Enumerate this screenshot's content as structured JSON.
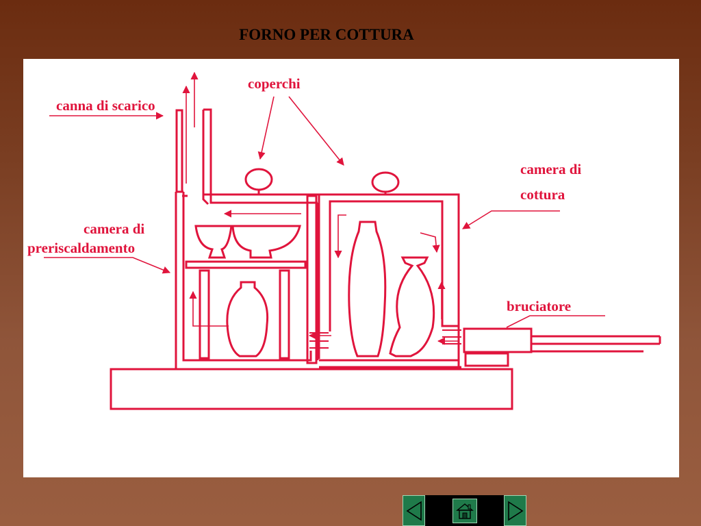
{
  "slide": {
    "title": "FORNO PER COTTURA"
  },
  "diagram": {
    "labels": {
      "canna_di_scarico": "canna di scarico",
      "coperchi": "coperchi",
      "camera_di_cottura_line1": "camera di",
      "camera_di_cottura_line2": "cottura",
      "camera_di_preriscaldamento_line1": "camera di",
      "camera_di_preriscaldamento_line2": "preriscaldamento",
      "bruciatore": "bruciatore"
    },
    "colors": {
      "drawing": "#e0143c",
      "panel": "#ffffff"
    }
  },
  "navigation": {
    "previous": "previous-arrow-icon",
    "home": "home-icon",
    "next": "next-arrow-icon"
  }
}
